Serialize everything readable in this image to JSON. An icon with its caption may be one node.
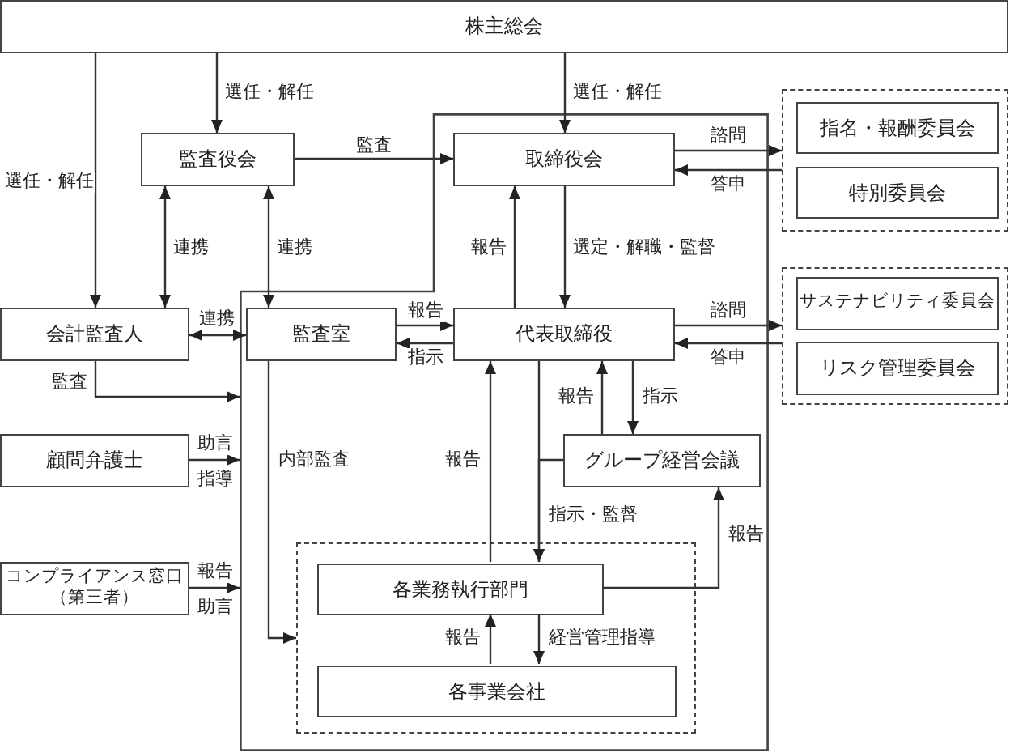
{
  "diagram": {
    "nodes": [
      {
        "text": [
          "株主総会"
        ]
      },
      {
        "text": [
          "監査役会"
        ]
      },
      {
        "text": [],
        "shape": "polygon"
      },
      {
        "text": [
          "取締役会"
        ],
        "in": 2
      },
      {
        "text": [],
        "shape": "box"
      },
      {
        "text": [
          "指名・報酬委員会"
        ],
        "in": 4
      },
      {
        "text": [
          "特別委員会"
        ],
        "in": 4
      },
      {
        "text": [
          "会計監査人"
        ]
      },
      {
        "text": [
          "監査室"
        ],
        "in": 2
      },
      {
        "text": [
          "代表取締役"
        ],
        "in": 2
      },
      {
        "text": [],
        "shape": "box"
      },
      {
        "text": [
          "サステナビリティ委員会"
        ],
        "in": 10
      },
      {
        "text": [
          "リスク管理委員会"
        ],
        "in": 10
      },
      {
        "text": [
          "グループ経営会議"
        ],
        "in": 2
      },
      {
        "text": [
          "顧問弁護士"
        ]
      },
      {
        "text": [],
        "shape": "box",
        "in": 2
      },
      {
        "text": [
          "各業務執行部門"
        ],
        "in": 15
      },
      {
        "text": [
          "各事業会社"
        ],
        "in": 15
      },
      {
        "text": [
          "コンプライアンス窓口（第三者）"
        ]
      }
    ],
    "edges": [
      {
        "from": 0,
        "to": 1,
        "arrow": "to",
        "label": "選任・解任"
      },
      {
        "from": 0,
        "to": 7,
        "arrow": "to",
        "label": "選任・解任"
      },
      {
        "from": 0,
        "to": 3,
        "arrow": "to",
        "label": "選任・解任"
      },
      {
        "from": 1,
        "to": 3,
        "arrow": "to",
        "label": "監査"
      },
      {
        "from": 1,
        "to": 7,
        "arrow": "both",
        "label": "連携"
      },
      {
        "from": 1,
        "to": 8,
        "arrow": "both",
        "label": "連携"
      },
      {
        "from": 7,
        "to": 8,
        "arrow": "both",
        "label": "連携"
      },
      {
        "from": 8,
        "to": 9,
        "arrow": "to",
        "label": "報告"
      },
      {
        "from": 9,
        "to": 8,
        "arrow": "to",
        "label": "指示"
      },
      {
        "from": 3,
        "to": 4,
        "arrow": "to",
        "label": "諮問"
      },
      {
        "from": 4,
        "to": 3,
        "arrow": "to",
        "label": "答申"
      },
      {
        "from": 9,
        "to": 10,
        "arrow": "to",
        "label": "諮問"
      },
      {
        "from": 10,
        "to": 9,
        "arrow": "to",
        "label": "答申"
      },
      {
        "from": 9,
        "to": 3,
        "arrow": "to",
        "label": "報告"
      },
      {
        "from": 3,
        "to": 9,
        "arrow": "to",
        "label": "選定・解職・監督"
      },
      {
        "from": 7,
        "to": 2,
        "arrow": "to",
        "label": "監査"
      },
      {
        "from": 14,
        "to": 2,
        "arrow": "to",
        "label": "助言"
      },
      {
        "from": 18,
        "to": 2,
        "arrow": "to",
        "label": "報告"
      },
      {
        "from": 8,
        "to": 15,
        "arrow": "to",
        "label": "内部監査"
      },
      {
        "from": 16,
        "to": 9,
        "arrow": "to",
        "label": "報告"
      },
      {
        "from": 9,
        "to": 16,
        "arrow": "to",
        "label": "指示・監督"
      },
      {
        "from": 13,
        "to": 16,
        "arrow": "to"
      },
      {
        "from": 13,
        "to": 9,
        "arrow": "to",
        "label": "報告"
      },
      {
        "from": 9,
        "to": 13,
        "arrow": "to",
        "label": "指示"
      },
      {
        "from": 16,
        "to": 13,
        "arrow": "to",
        "label": "報告"
      },
      {
        "from": 17,
        "to": 16,
        "arrow": "to",
        "label": "報告"
      },
      {
        "from": 16,
        "to": 17,
        "arrow": "to",
        "label": "経営管理指導"
      }
    ],
    "labels": [
      "指導",
      "助言"
    ]
  }
}
